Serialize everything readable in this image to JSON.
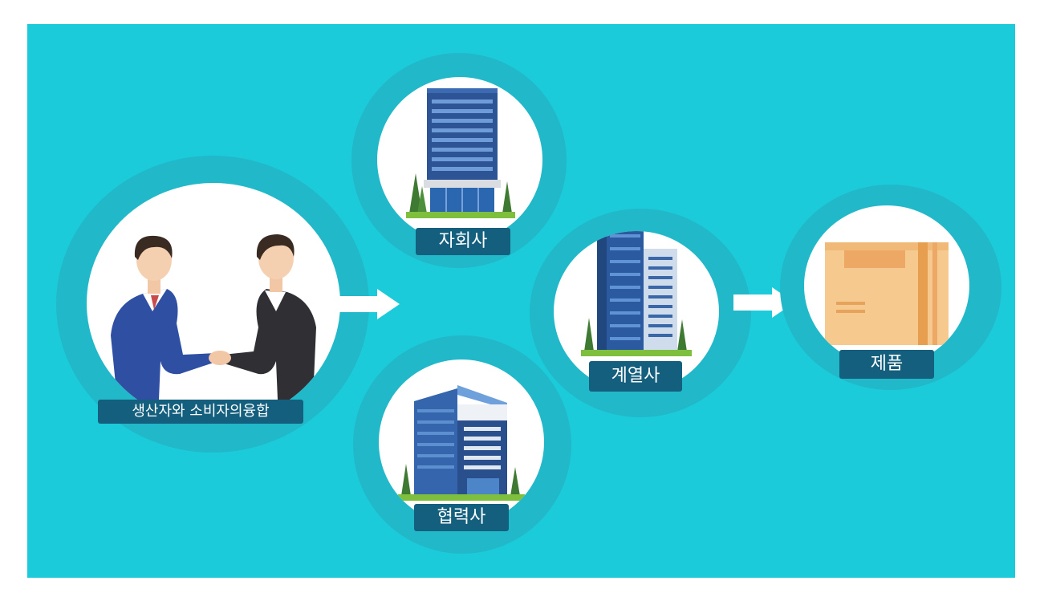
{
  "nodes": {
    "fusion": {
      "label": "생산자와 소비자의융합"
    },
    "subsidiary": {
      "label": "자회사"
    },
    "partner": {
      "label": "협력사"
    },
    "affiliate": {
      "label": "계열사"
    },
    "product": {
      "label": "제품"
    }
  },
  "colors": {
    "background": "#1ccbd9",
    "halo": "#21b8c9",
    "label_bg": "#155f7e",
    "arrow": "#ffffff"
  },
  "icons": {
    "fusion": "handshake-icon",
    "subsidiary": "office-tower-icon",
    "partner": "office-building-icon",
    "affiliate": "twin-towers-icon",
    "product": "cardboard-box-icon"
  }
}
